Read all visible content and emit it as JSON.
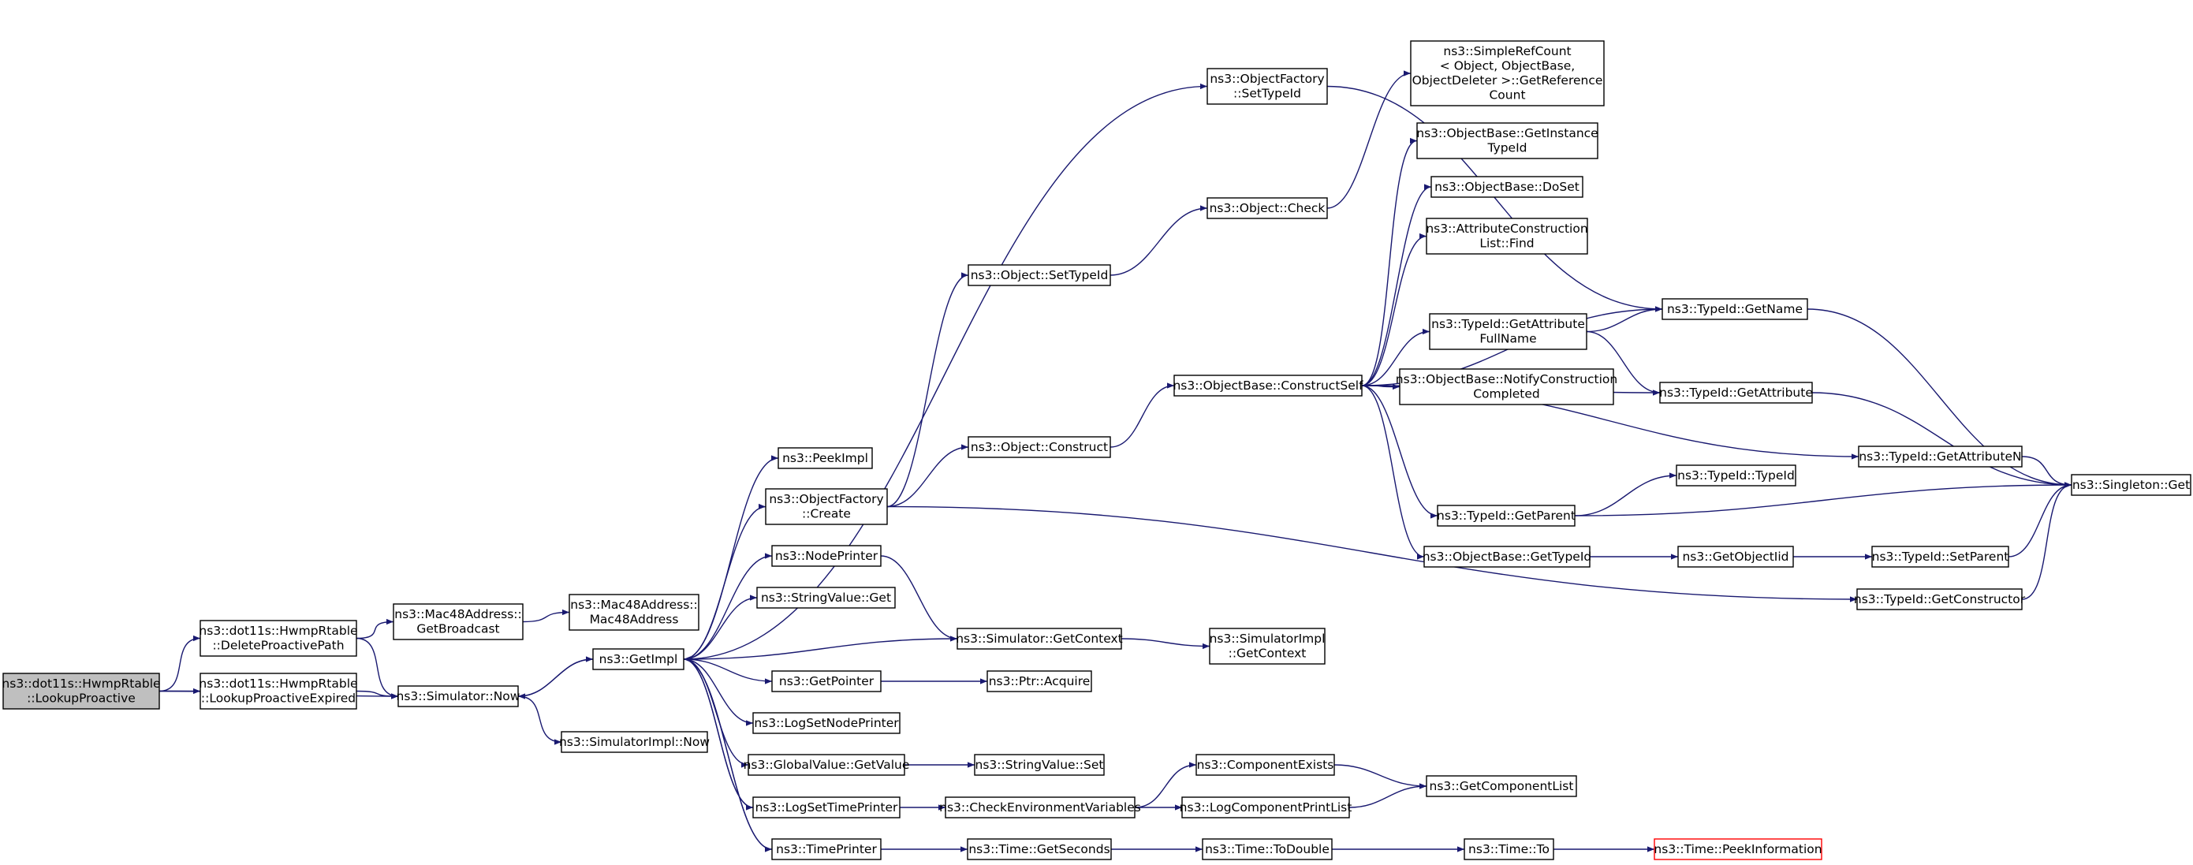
{
  "colors": {
    "edge": "#191970",
    "root_fill": "#bfbfbf",
    "truncated_border": "#ff0000"
  },
  "nodes": [
    {
      "id": "root",
      "lines": [
        "ns3::dot11s::HwmpRtable",
        "::LookupProactive"
      ],
      "style": "root"
    },
    {
      "id": "delpath",
      "lines": [
        "ns3::dot11s::HwmpRtable",
        "::DeleteProactivePath"
      ]
    },
    {
      "id": "lookupexp",
      "lines": [
        "ns3::dot11s::HwmpRtable",
        "::LookupProactiveExpired"
      ]
    },
    {
      "id": "getbcast",
      "lines": [
        "ns3::Mac48Address::",
        "GetBroadcast"
      ]
    },
    {
      "id": "mac48",
      "lines": [
        "ns3::Mac48Address::",
        "Mac48Address"
      ]
    },
    {
      "id": "simnow",
      "lines": [
        "ns3::Simulator::Now"
      ]
    },
    {
      "id": "simimplnow",
      "lines": [
        "ns3::SimulatorImpl::Now"
      ]
    },
    {
      "id": "getimpl",
      "lines": [
        "ns3::GetImpl"
      ]
    },
    {
      "id": "peekimpl",
      "lines": [
        "ns3::PeekImpl"
      ]
    },
    {
      "id": "objfcreate",
      "lines": [
        "ns3::ObjectFactory",
        "::Create"
      ]
    },
    {
      "id": "nodeprinter",
      "lines": [
        "ns3::NodePrinter"
      ]
    },
    {
      "id": "strvalget",
      "lines": [
        "ns3::StringValue::Get"
      ]
    },
    {
      "id": "getpointer",
      "lines": [
        "ns3::GetPointer"
      ]
    },
    {
      "id": "logsetnode",
      "lines": [
        "ns3::LogSetNodePrinter"
      ]
    },
    {
      "id": "gvgetvalue",
      "lines": [
        "ns3::GlobalValue::GetValue"
      ]
    },
    {
      "id": "logsettime",
      "lines": [
        "ns3::LogSetTimePrinter"
      ]
    },
    {
      "id": "timeprinter",
      "lines": [
        "ns3::TimePrinter"
      ]
    },
    {
      "id": "objfsettype",
      "lines": [
        "ns3::ObjectFactory",
        "::SetTypeId"
      ]
    },
    {
      "id": "objsettype",
      "lines": [
        "ns3::Object::SetTypeId"
      ]
    },
    {
      "id": "objconstruct",
      "lines": [
        "ns3::Object::Construct"
      ]
    },
    {
      "id": "objcheck",
      "lines": [
        "ns3::Object::Check"
      ]
    },
    {
      "id": "simgetctx",
      "lines": [
        "ns3::Simulator::GetContext"
      ]
    },
    {
      "id": "simimplctx",
      "lines": [
        "ns3::SimulatorImpl",
        "::GetContext"
      ]
    },
    {
      "id": "ptracquire",
      "lines": [
        "ns3::Ptr::Acquire"
      ]
    },
    {
      "id": "strvalset",
      "lines": [
        "ns3::StringValue::Set"
      ]
    },
    {
      "id": "checkenv",
      "lines": [
        "ns3::CheckEnvironmentVariables"
      ]
    },
    {
      "id": "compexists",
      "lines": [
        "ns3::ComponentExists"
      ]
    },
    {
      "id": "logcompprint",
      "lines": [
        "ns3::LogComponentPrintList"
      ]
    },
    {
      "id": "getcomplist",
      "lines": [
        "ns3::GetComponentList"
      ]
    },
    {
      "id": "timegetsec",
      "lines": [
        "ns3::Time::GetSeconds"
      ]
    },
    {
      "id": "timetodouble",
      "lines": [
        "ns3::Time::ToDouble"
      ]
    },
    {
      "id": "timeto",
      "lines": [
        "ns3::Time::To"
      ]
    },
    {
      "id": "timepeek",
      "lines": [
        "ns3::Time::PeekInformation"
      ],
      "style": "truncated"
    },
    {
      "id": "refcount",
      "lines": [
        "ns3::SimpleRefCount",
        "< Object, ObjectBase,",
        " ObjectDeleter >::GetReference",
        "Count"
      ]
    },
    {
      "id": "obgetinst",
      "lines": [
        "ns3::ObjectBase::GetInstance",
        "TypeId"
      ]
    },
    {
      "id": "obdoset",
      "lines": [
        "ns3::ObjectBase::DoSet"
      ]
    },
    {
      "id": "attrfind",
      "lines": [
        "ns3::AttributeConstruction",
        "List::Find"
      ]
    },
    {
      "id": "obconstructself",
      "lines": [
        "ns3::ObjectBase::ConstructSelf"
      ]
    },
    {
      "id": "tidgetattrfull",
      "lines": [
        "ns3::TypeId::GetAttribute",
        "FullName"
      ]
    },
    {
      "id": "obnotify",
      "lines": [
        "ns3::ObjectBase::NotifyConstruction",
        "Completed"
      ]
    },
    {
      "id": "tidgetparent",
      "lines": [
        "ns3::TypeId::GetParent"
      ]
    },
    {
      "id": "obgettype",
      "lines": [
        "ns3::ObjectBase::GetTypeId"
      ]
    },
    {
      "id": "tidgetname",
      "lines": [
        "ns3::TypeId::GetName"
      ]
    },
    {
      "id": "tidgetattr",
      "lines": [
        "ns3::TypeId::GetAttribute"
      ]
    },
    {
      "id": "tidtypeid",
      "lines": [
        "ns3::TypeId::TypeId"
      ]
    },
    {
      "id": "getobjectiid",
      "lines": [
        "ns3::GetObjectIid"
      ]
    },
    {
      "id": "tidgetattrn",
      "lines": [
        "ns3::TypeId::GetAttributeN"
      ]
    },
    {
      "id": "tidsetparent",
      "lines": [
        "ns3::TypeId::SetParent"
      ]
    },
    {
      "id": "tidgetctor",
      "lines": [
        "ns3::TypeId::GetConstructor"
      ]
    },
    {
      "id": "singletonget",
      "lines": [
        "ns3::Singleton::Get"
      ]
    }
  ],
  "edges": [
    [
      "root",
      "delpath"
    ],
    [
      "root",
      "lookupexp"
    ],
    [
      "root",
      "simnow"
    ],
    [
      "delpath",
      "getbcast"
    ],
    [
      "delpath",
      "simnow"
    ],
    [
      "lookupexp",
      "simnow"
    ],
    [
      "getbcast",
      "mac48"
    ],
    [
      "simnow",
      "getimpl"
    ],
    [
      "simnow",
      "simimplnow"
    ],
    [
      "getimpl",
      "peekimpl"
    ],
    [
      "getimpl",
      "objfcreate"
    ],
    [
      "getimpl",
      "nodeprinter"
    ],
    [
      "getimpl",
      "strvalget"
    ],
    [
      "getimpl",
      "getpointer"
    ],
    [
      "getimpl",
      "logsetnode"
    ],
    [
      "getimpl",
      "gvgetvalue"
    ],
    [
      "getimpl",
      "logsettime"
    ],
    [
      "getimpl",
      "timeprinter"
    ],
    [
      "getimpl",
      "objfsettype"
    ],
    [
      "getimpl",
      "simnow"
    ],
    [
      "objfcreate",
      "objsettype"
    ],
    [
      "objfcreate",
      "objconstruct"
    ],
    [
      "objfcreate",
      "tidgetctor"
    ],
    [
      "objsettype",
      "objcheck"
    ],
    [
      "objcheck",
      "refcount"
    ],
    [
      "objconstruct",
      "obconstructself"
    ],
    [
      "nodeprinter",
      "simgetctx"
    ],
    [
      "simgetctx",
      "getimpl"
    ],
    [
      "simgetctx",
      "simimplctx"
    ],
    [
      "getpointer",
      "ptracquire"
    ],
    [
      "gvgetvalue",
      "strvalset"
    ],
    [
      "logsettime",
      "checkenv"
    ],
    [
      "checkenv",
      "compexists"
    ],
    [
      "checkenv",
      "logcompprint"
    ],
    [
      "compexists",
      "getcomplist"
    ],
    [
      "logcompprint",
      "getcomplist"
    ],
    [
      "timeprinter",
      "timegetsec"
    ],
    [
      "timegetsec",
      "timetodouble"
    ],
    [
      "timetodouble",
      "timeto"
    ],
    [
      "timeto",
      "timepeek"
    ],
    [
      "timeprinter",
      "getimpl"
    ],
    [
      "logsettime",
      "getimpl"
    ],
    [
      "objfsettype",
      "tidgetname"
    ],
    [
      "obconstructself",
      "obgetinst"
    ],
    [
      "obconstructself",
      "obdoset"
    ],
    [
      "obconstructself",
      "attrfind"
    ],
    [
      "obconstructself",
      "tidgetname"
    ],
    [
      "obconstructself",
      "tidgetattrfull"
    ],
    [
      "obconstructself",
      "obnotify"
    ],
    [
      "obconstructself",
      "tidgetattr"
    ],
    [
      "obconstructself",
      "tidgetattrn"
    ],
    [
      "obconstructself",
      "tidgetparent"
    ],
    [
      "obconstructself",
      "obgettype"
    ],
    [
      "tidgetattrfull",
      "tidgetname"
    ],
    [
      "tidgetattrfull",
      "tidgetattr"
    ],
    [
      "tidgetparent",
      "tidtypeid"
    ],
    [
      "tidgetparent",
      "singletonget"
    ],
    [
      "obgettype",
      "getobjectiid"
    ],
    [
      "getobjectiid",
      "tidsetparent"
    ],
    [
      "tidsetparent",
      "singletonget"
    ],
    [
      "tidgetname",
      "singletonget"
    ],
    [
      "tidgetattr",
      "singletonget"
    ],
    [
      "tidgetattrn",
      "singletonget"
    ],
    [
      "tidgetctor",
      "singletonget"
    ]
  ]
}
